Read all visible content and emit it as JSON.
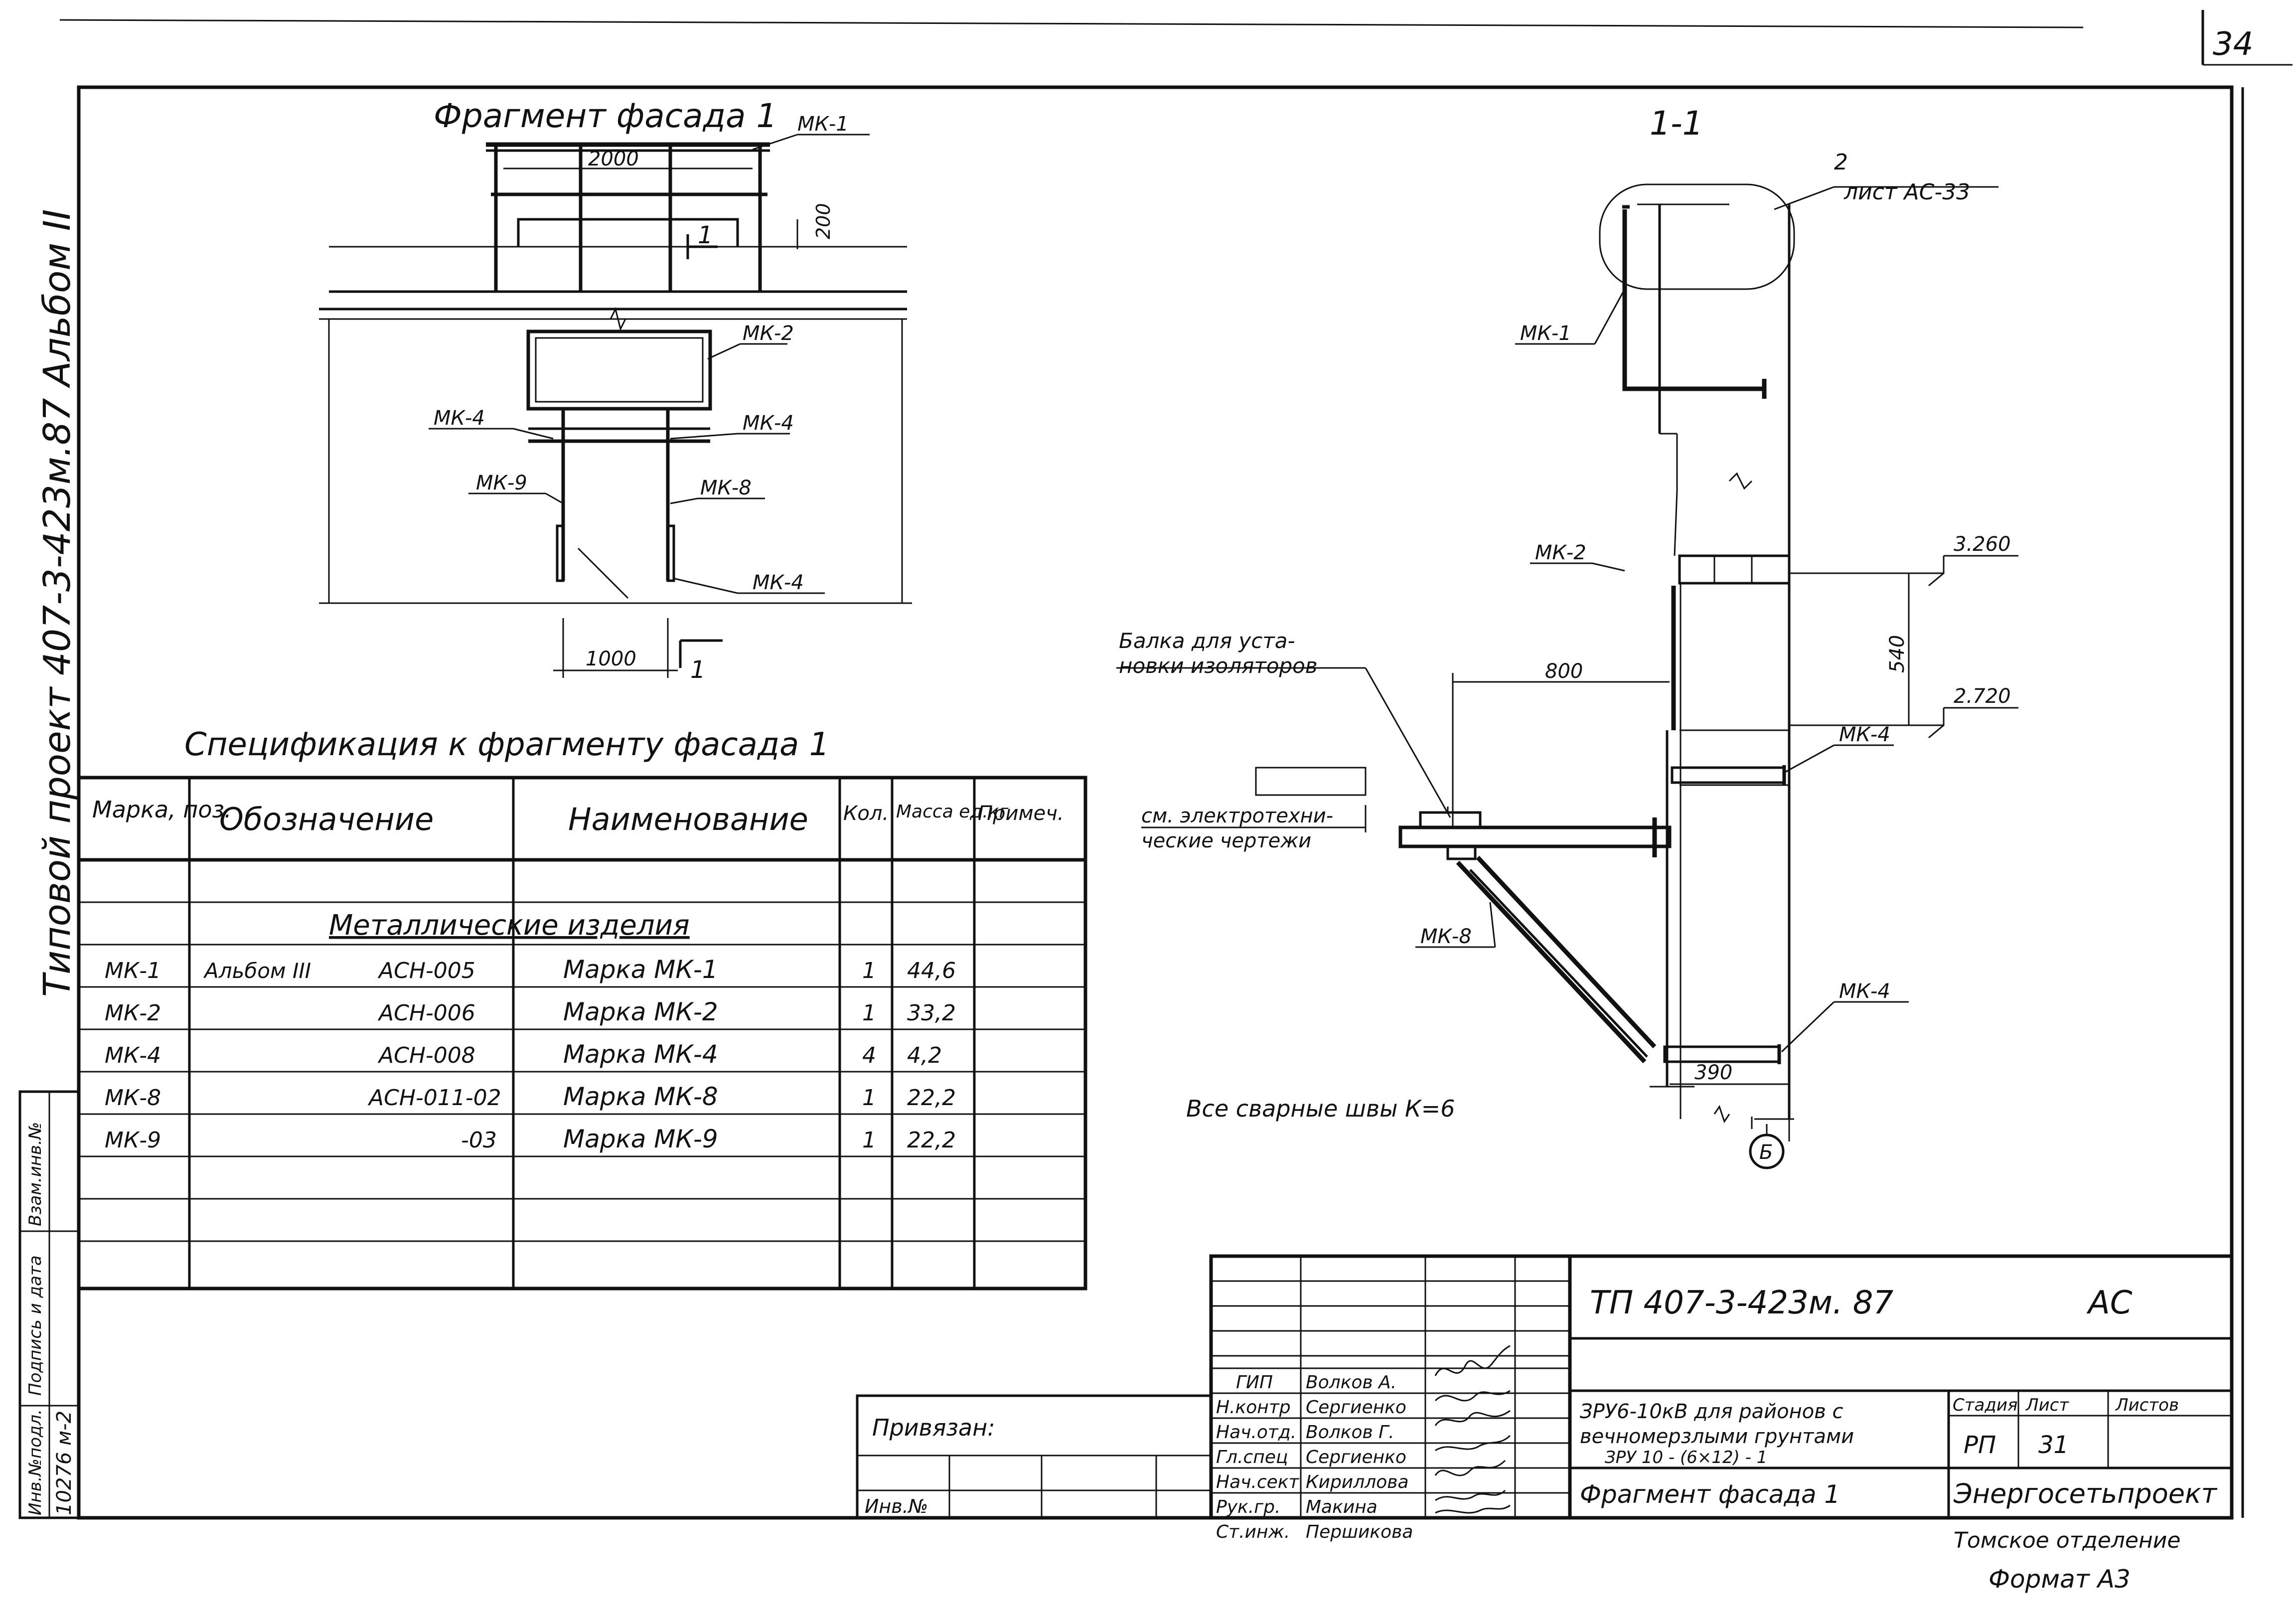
{
  "sheet": {
    "page_number": "34",
    "side_label": "Типовой проект 407-3-423м.87 Альбом II",
    "format": "Формат А3"
  },
  "facade": {
    "title": "Фрагмент фасада 1",
    "dim_2000": "2000",
    "dim_200": "200",
    "dim_1000": "1000",
    "section_mark": "1",
    "labels": {
      "mk1": "МК-1",
      "mk2": "МК-2",
      "mk4_left": "МК-4",
      "mk4_right": "МК-4",
      "mk9": "МК-9",
      "mk8": "МК-8",
      "mk4_bottom": "МК-4"
    }
  },
  "section": {
    "title": "1-1",
    "callout_num": "2",
    "callout_ref": "лист АС-33",
    "mk1": "МК-1",
    "mk2": "МК-2",
    "mk4_top": "МК-4",
    "mk8": "МК-8",
    "mk4_bottom": "МК-4",
    "elev_top": "3.260",
    "elev_bottom": "2.720",
    "dim_540": "540",
    "dim_800": "800",
    "dim_390": "390",
    "axis": "Б",
    "beam_note_line1": "Балка для уста-",
    "beam_note_line2": "новки изоляторов",
    "elec_note_line1": "см. электротехни-",
    "elec_note_line2": "ческие чертежи",
    "weld_note": "Все сварные швы К=6"
  },
  "spec": {
    "title": "Спецификация к фрагменту фасада 1",
    "headers": {
      "mark": "Марка, поз.",
      "designation": "Обозначение",
      "name": "Наименование",
      "qty": "Кол.",
      "mass": "Масса ед.кг",
      "note": "Примеч."
    },
    "section_title": "Металлические изделия",
    "rows": [
      {
        "mark": "МК-1",
        "album": "Альбом III",
        "designation": "АСН-005",
        "name": "Марка МК-1",
        "qty": "1",
        "mass": "44,6"
      },
      {
        "mark": "МК-2",
        "album": "",
        "designation": "АСН-006",
        "name": "Марка МК-2",
        "qty": "1",
        "mass": "33,2"
      },
      {
        "mark": "МК-4",
        "album": "",
        "designation": "АСН-008",
        "name": "Марка МК-4",
        "qty": "4",
        "mass": "4,2"
      },
      {
        "mark": "МК-8",
        "album": "",
        "designation": "АСН-011-02",
        "name": "Марка МК-8",
        "qty": "1",
        "mass": "22,2"
      },
      {
        "mark": "МК-9",
        "album": "",
        "designation": "-03",
        "name": "Марка МК-9",
        "qty": "1",
        "mass": "22,2"
      }
    ]
  },
  "title_block": {
    "doc_code": "ТП 407-3-423м. 87",
    "doc_suffix": "АС",
    "project_line1": "ЗРУ6-10кВ для районов с",
    "project_line2": "вечномерзлыми грунтами",
    "project_line3": "ЗРУ 10 - (6×12) - 1",
    "sheet_title": "Фрагмент фасада 1",
    "stage_label": "Стадия",
    "sheet_label": "Лист",
    "sheets_label": "Листов",
    "stage": "РП",
    "sheet": "31",
    "org_line1": "Энергосетьпроект",
    "org_line2": "Томское отделение",
    "bound": "Привязан:",
    "inv_no": "Инв.№",
    "roles": [
      "ГИП",
      "Н.контр",
      "Нач.отд.",
      "Гл.спец",
      "Нач.сект",
      "Рук.гр.",
      "Ст.инж."
    ],
    "names": [
      "Волков А.",
      "Сергиенко",
      "Волков Г.",
      "Сергиенко",
      "Кириллова",
      "Макина",
      "Першикова"
    ]
  },
  "left_stamp": {
    "inv_orig": "Инв.№подл.",
    "sign_date": "Подпись и дата",
    "replace_inv": "Взам.инв.№",
    "inv_value": "10276 м-2"
  }
}
